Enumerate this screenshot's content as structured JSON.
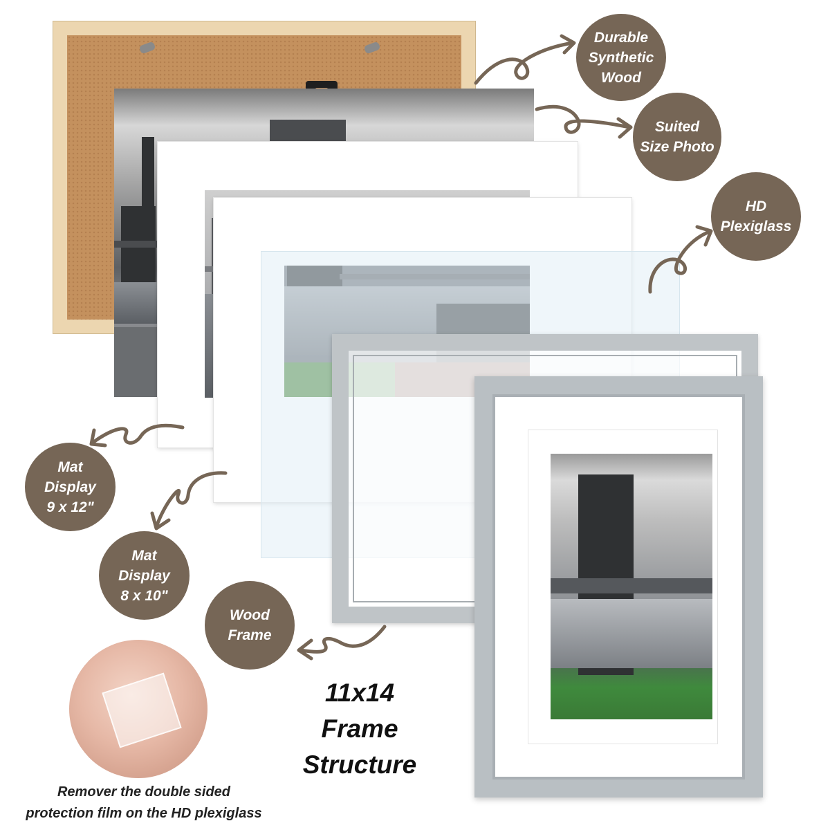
{
  "labels": {
    "durable_wood": "Durable\nSynthetic\nWood",
    "suited_photo": "Suited\nSize Photo",
    "hd_plexiglass": "HD\nPlexiglass",
    "mat_9x12": "Mat\nDisplay\n9 x 12\"",
    "mat_8x10": "Mat\nDisplay\n8 x 10\"",
    "wood_frame": "Wood\nFrame"
  },
  "title": "11x14\nFrame\nStructure",
  "film_caption": "Remover the double sided\nprotection film on the HD plexiglass",
  "colors": {
    "bubble": "#766656",
    "arrow": "#766656",
    "frame": "#bfc4c7",
    "backboard": "#ecd6b0"
  }
}
